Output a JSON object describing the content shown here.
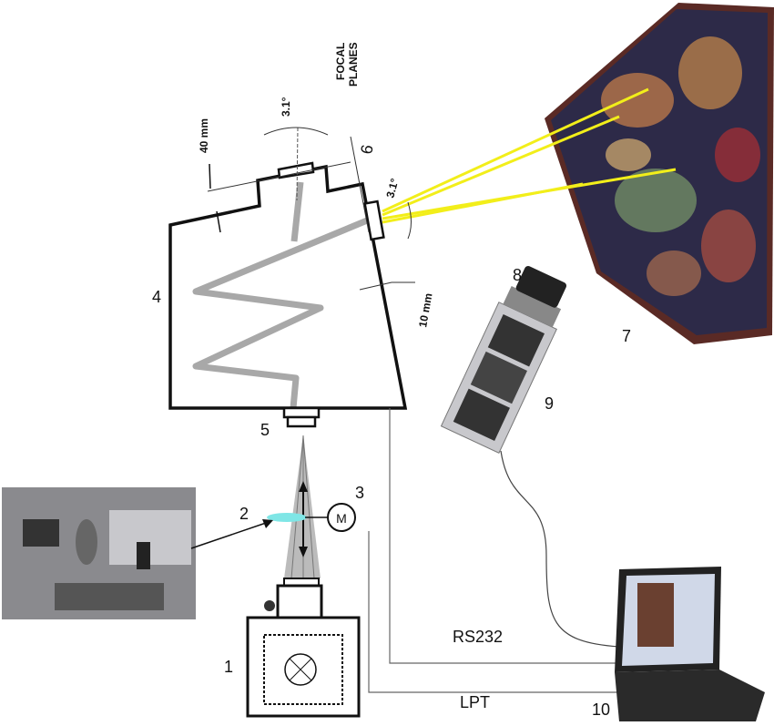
{
  "labels": {
    "n1": "1",
    "n2": "2",
    "n3": "3",
    "n4": "4",
    "n5": "5",
    "n6": "6",
    "n7": "7",
    "n8": "8",
    "n9": "9",
    "n10": "10",
    "motor": "M",
    "dim_40": "40 mm",
    "dim_10": "10 mm",
    "angle_top": "3.1°",
    "angle_side": "3.1°",
    "focal_1": "FOCAL",
    "focal_2": "PLANES",
    "rs232": "RS232",
    "lpt": "LPT"
  },
  "colors": {
    "beam": "#f2ee1a",
    "path": "#a8a8a8",
    "filter": "#7fe6e6",
    "painting": "#3a2a3a"
  }
}
